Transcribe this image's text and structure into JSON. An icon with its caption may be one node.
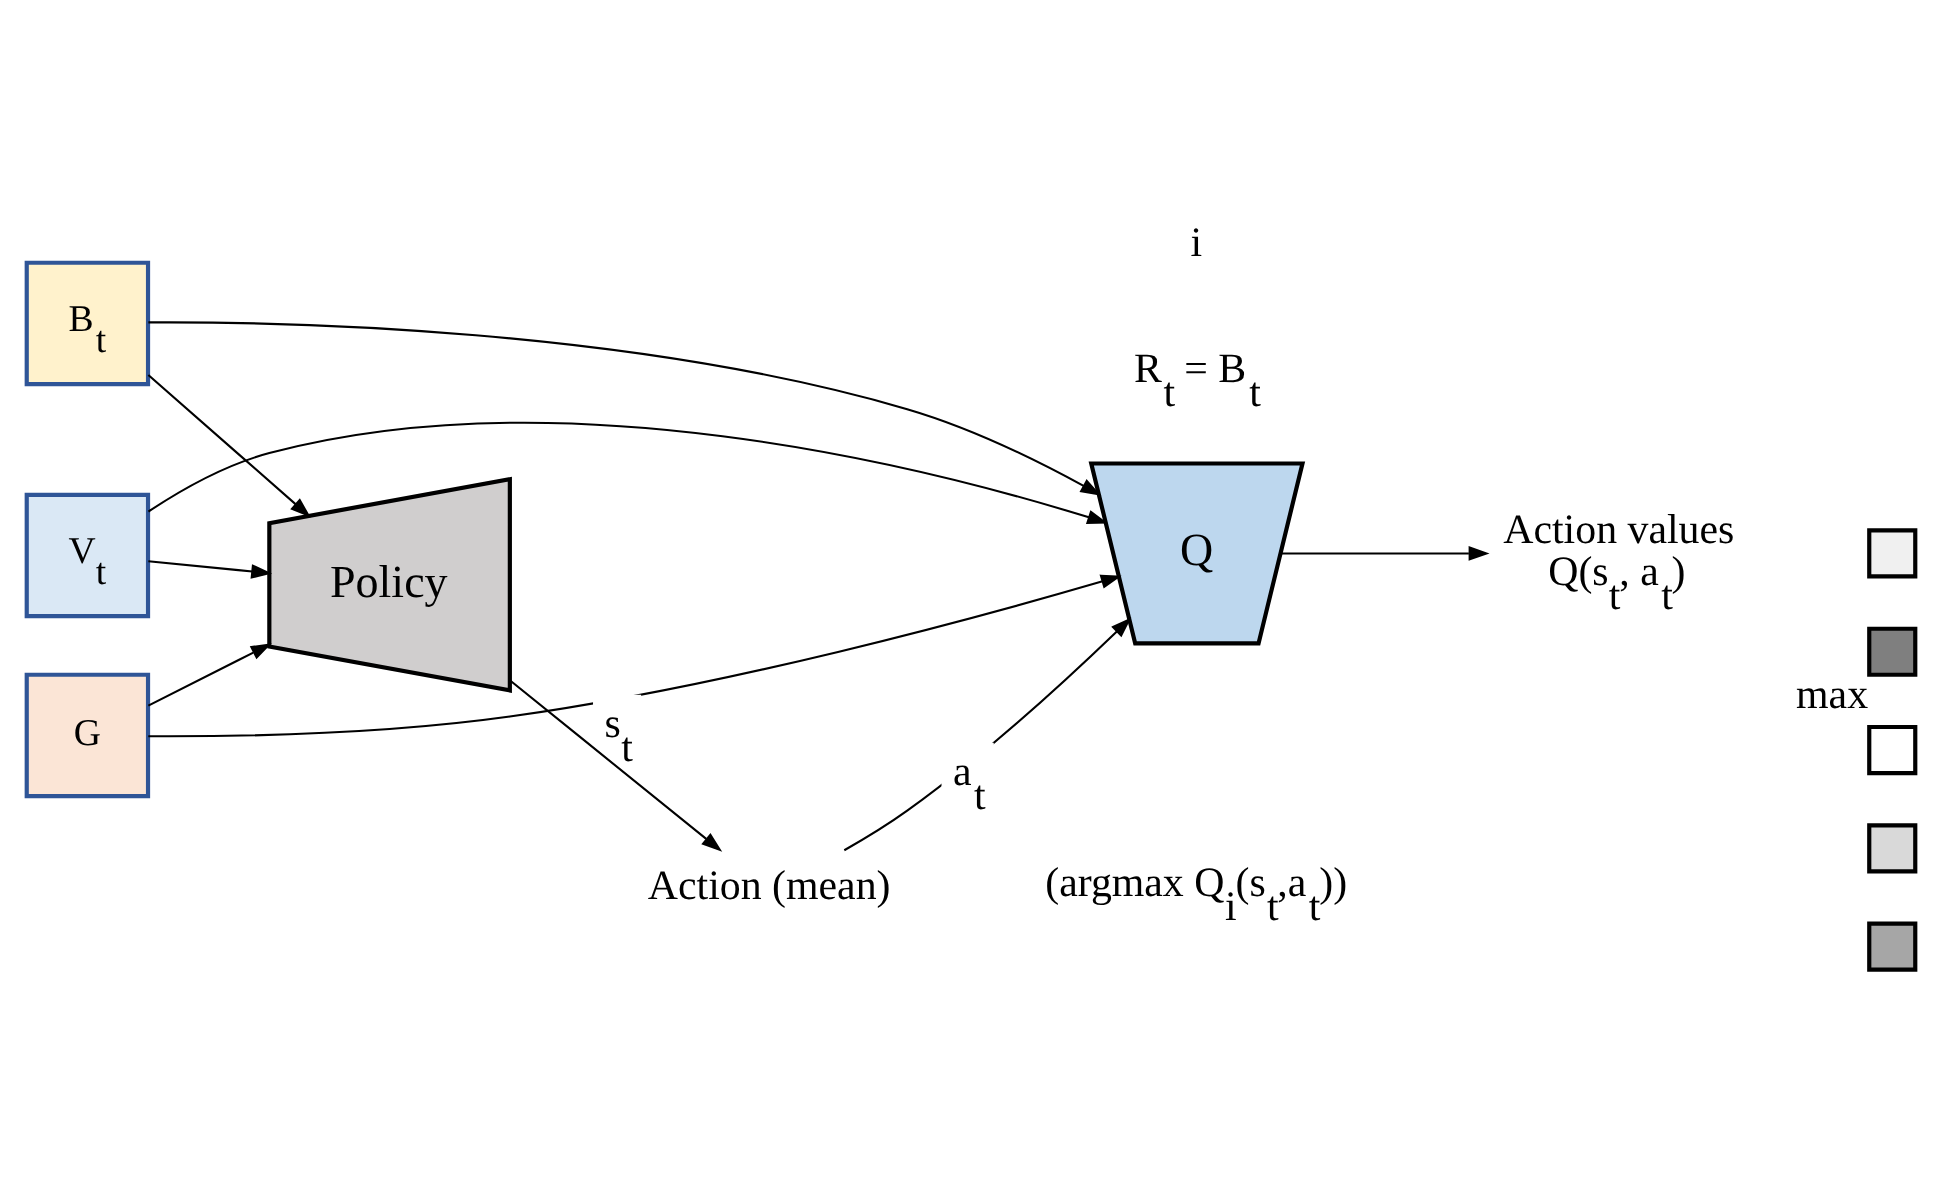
{
  "diagram": {
    "nodes": [
      {
        "text": [
          "B$_{t}$"
        ]
      },
      {
        "text": [
          "V$_{t}$"
        ]
      },
      {
        "text": [
          "G"
        ]
      },
      {
        "text": [
          "Policy"
        ]
      },
      {
        "text": [
          "Action (mean)"
        ]
      },
      {
        "text": [
          "Q"
        ]
      },
      {
        "text": [
          "Action values",
          "Q(s$_{t}$, a$_{t}$)"
        ]
      },
      {
        "text": [],
        "shape": "box"
      },
      {
        "text": [],
        "shape": "box",
        "beside": [
          "max"
        ]
      },
      {
        "text": [],
        "shape": "box"
      },
      {
        "text": [],
        "shape": "box"
      },
      {
        "text": [],
        "shape": "box"
      }
    ],
    "edges": [
      {
        "from": 0,
        "to": 3,
        "arrow": "to"
      },
      {
        "from": 1,
        "to": 3,
        "arrow": "to"
      },
      {
        "from": 2,
        "to": 3,
        "arrow": "to"
      },
      {
        "from": 0,
        "to": 5,
        "arrow": "to"
      },
      {
        "from": 1,
        "to": 5,
        "arrow": "to"
      },
      {
        "from": 2,
        "to": 5,
        "arrow": "to",
        "label": "s$_{t}$"
      },
      {
        "from": 3,
        "to": 4,
        "arrow": "to"
      },
      {
        "from": 4,
        "to": 5,
        "arrow": "to",
        "label": "a$_{t}$"
      },
      {
        "from": 5,
        "to": 6,
        "arrow": "to"
      }
    ],
    "labels": [
      "(argmax Q$_{i}$(s$_{t}$,a$_{t}$))",
      "R$_{t}$ = B$_{t}$",
      "i"
    ]
  }
}
